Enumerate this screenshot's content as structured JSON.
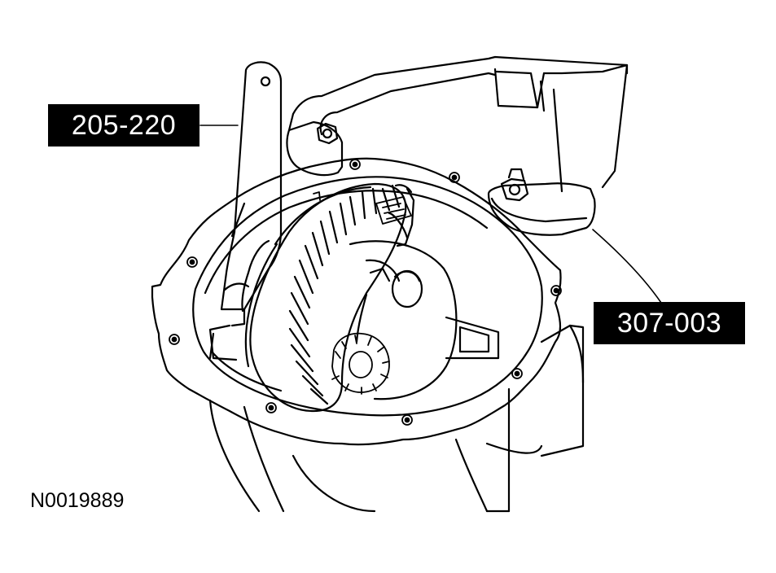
{
  "callouts": {
    "tool_left": "205-220",
    "tool_right": "307-003"
  },
  "figure_id": "N0019889",
  "colors": {
    "line": "#000000",
    "background": "#ffffff",
    "label_background": "#000000",
    "label_text": "#ffffff"
  }
}
